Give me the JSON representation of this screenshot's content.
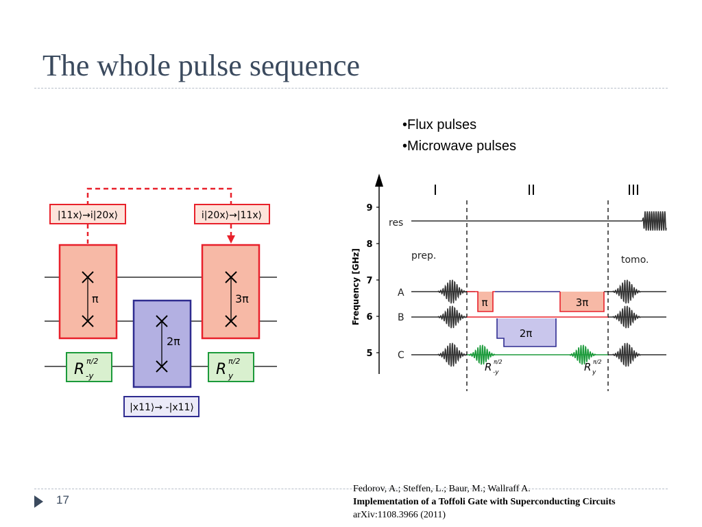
{
  "slide": {
    "title": "The whole pulse sequence",
    "page_number": "17"
  },
  "bullets": [
    "•Flux pulses",
    "•Microwave pulses"
  ],
  "circuit": {
    "top_left_label": "|11x⟩→i|20x⟩",
    "top_right_label": "i|20x⟩→|11x⟩",
    "gate_left_label": "π",
    "gate_right_label": "3π",
    "gate_middle_label": "2π",
    "bottom_label": "|x11⟩→ -|x11⟩",
    "rotation_left": {
      "base": "R",
      "sub": "-y",
      "sup": "π/2"
    },
    "rotation_right": {
      "base": "R",
      "sub": "y",
      "sup": "π/2"
    },
    "colors": {
      "red": "#e8202a",
      "red_fill": "#f7b9a6",
      "blue": "#2e2b8f",
      "blue_fill": "#b3b0e2",
      "green": "#1b9a3a",
      "green_fill": "#d9f0cf"
    }
  },
  "pulse_diagram": {
    "ylabel": "Frequency [GHz]",
    "y_ticks": [
      "9",
      "8",
      "7",
      "6",
      "5"
    ],
    "sections": [
      "I",
      "II",
      "III"
    ],
    "line_labels": {
      "res": "res",
      "A": "A",
      "B": "B",
      "C": "C"
    },
    "annotations": {
      "prep": "prep.",
      "tomo": "tomo."
    },
    "flux_labels": {
      "pi": "π",
      "three_pi": "3π",
      "two_pi": "2π"
    },
    "rot_left": {
      "base": "R",
      "sub": "-y",
      "sup": "π/2"
    },
    "rot_right": {
      "base": "R",
      "sub": "y",
      "sup": "π/2"
    }
  },
  "citation": {
    "authors": "Fedorov, A.; Steffen, L.; Baur, M.; Wallraff A.",
    "paper_title": "Implementation of a Toffoli Gate with Superconducting Circuits",
    "source": "arXiv:1108.3966 (2011)"
  }
}
